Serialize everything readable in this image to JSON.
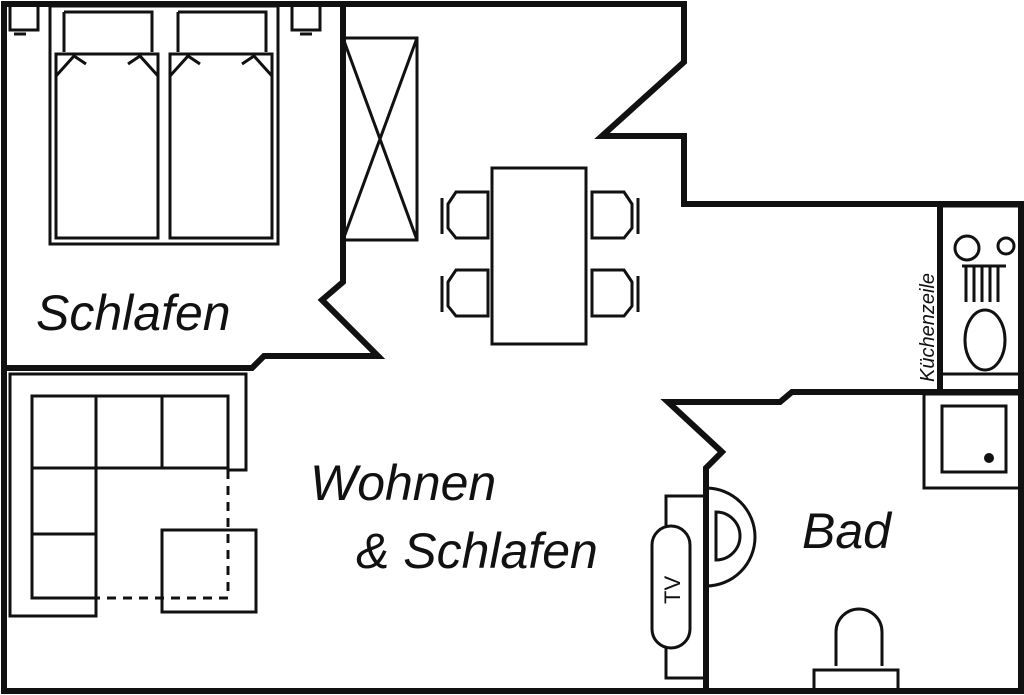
{
  "rooms": {
    "schlafen": "Schlafen",
    "wohnen_line1": "Wohnen",
    "wohnen_line2": "& Schlafen",
    "bad": "Bad",
    "kuechenzeile": "Küchenzeile"
  },
  "furniture": {
    "tv": "TV"
  },
  "colors": {
    "line": "#111111",
    "background": "#ffffff"
  }
}
